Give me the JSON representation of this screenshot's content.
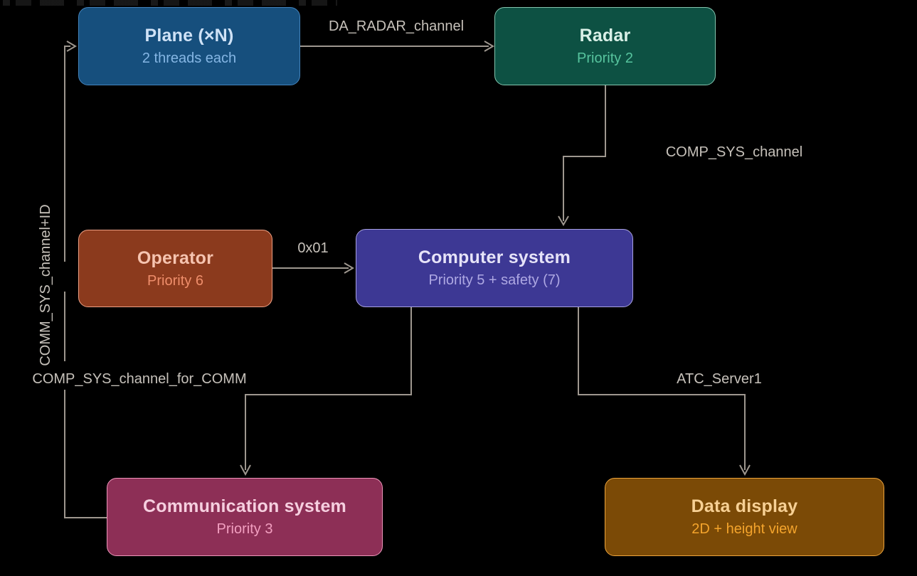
{
  "diagram": {
    "background": "#000000",
    "edge_color": "#9e978f",
    "edge_label_color": "#c6c1ba",
    "nodes": {
      "plane": {
        "title": "Plane (×N)",
        "subtitle": "2 threads each",
        "fill": "#164f7d",
        "border": "#4484bd",
        "title_color": "#cfe2f6",
        "subtitle_color": "#85b6e4"
      },
      "radar": {
        "title": "Radar",
        "subtitle": "Priority 2",
        "fill": "#0d5143",
        "border": "#84c6b0",
        "title_color": "#d9f0e7",
        "subtitle_color": "#57c49e"
      },
      "operator": {
        "title": "Operator",
        "subtitle": "Priority 6",
        "fill": "#8b3a1d",
        "border": "#efa084",
        "title_color": "#f6c4b0",
        "subtitle_color": "#ef8e6b"
      },
      "computer": {
        "title": "Computer system",
        "subtitle": "Priority 5 + safety (7)",
        "fill": "#3d3894",
        "border": "#a8a2e1",
        "title_color": "#e6e3f8",
        "subtitle_color": "#aea8e3"
      },
      "communication": {
        "title": "Communication system",
        "subtitle": "Priority 3",
        "fill": "#8d2f56",
        "border": "#ee96bb",
        "title_color": "#f6cfdf",
        "subtitle_color": "#f29fc0"
      },
      "data_display": {
        "title": "Data display",
        "subtitle": "2D + height view",
        "fill": "#7b4a06",
        "border": "#eda43c",
        "title_color": "#f7d094",
        "subtitle_color": "#f4a42c"
      }
    },
    "edges": {
      "plane_to_radar": {
        "label": "DA_RADAR_channel"
      },
      "radar_to_computer": {
        "label": "COMP_SYS_channel"
      },
      "operator_to_computer": {
        "label": "0x01"
      },
      "computer_to_communication": {
        "label": "COMP_SYS_channel_for_COMM"
      },
      "computer_to_data_display": {
        "label": "ATC_Server1"
      },
      "communication_to_plane": {
        "label": "COMM_SYS_channel+ID"
      }
    }
  }
}
